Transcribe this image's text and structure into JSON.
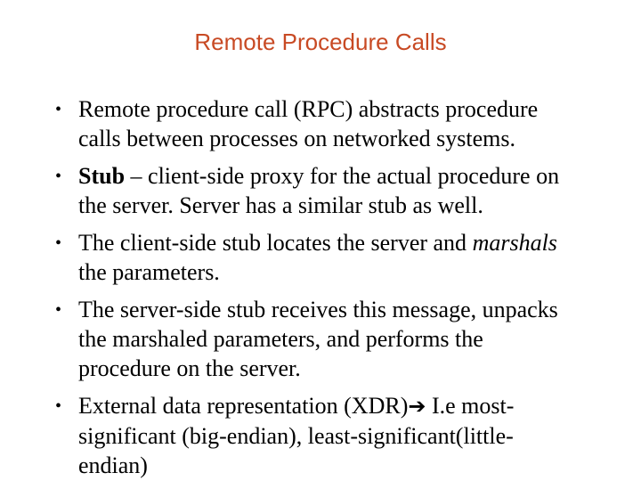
{
  "slide": {
    "title": "Remote Procedure Calls",
    "bullet_marker": "•",
    "bullets": [
      {
        "segments": [
          {
            "t": "Remote procedure call (RPC) abstracts procedure calls between processes on networked systems."
          }
        ]
      },
      {
        "segments": [
          {
            "t": "Stub",
            "style": "bold"
          },
          {
            "t": " – client-side proxy for the actual procedure on the server. Server has a similar stub as well."
          }
        ]
      },
      {
        "segments": [
          {
            "t": "The client-side stub locates the server and "
          },
          {
            "t": "marshals",
            "style": "italic"
          },
          {
            "t": " the parameters."
          }
        ]
      },
      {
        "segments": [
          {
            "t": "The server-side stub receives this message, unpacks the marshaled parameters, and performs the procedure on the server."
          }
        ]
      },
      {
        "segments": [
          {
            "t": "External data representation (XDR)"
          },
          {
            "t": "➔",
            "style": "arrow"
          },
          {
            "t": " I.e most-significant (big-endian), least-significant(little-endian)"
          }
        ]
      }
    ]
  },
  "colors": {
    "title": "#c84a24",
    "body_text": "#000000",
    "background": "#ffffff"
  }
}
